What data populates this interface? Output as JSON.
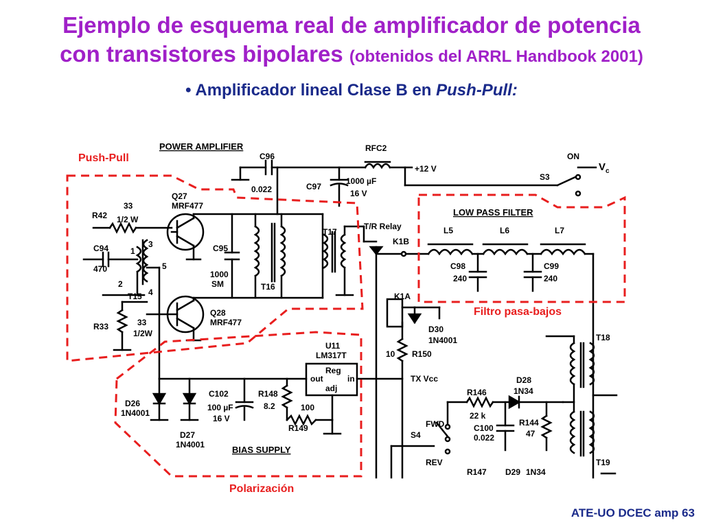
{
  "title": {
    "line1": "Ejemplo de esquema real de amplificador de potencia",
    "line2_main": "con transistores bipolares",
    "line2_paren": "(obtenidos del ARRL Handbook 2001)"
  },
  "subtitle": {
    "bullet": "•",
    "prefix": "Amplificador lineal Clase B en",
    "italic": "Push-Pull:"
  },
  "annotations": {
    "push_pull": "Push-Pull",
    "filtro": "Filtro pasa-bajos",
    "polarizacion": "Polarización"
  },
  "footer": "ATE-UO DCEC amp 63",
  "schematic": {
    "power_amplifier": "POWER AMPLIFIER",
    "low_pass_filter": "LOW PASS FILTER",
    "bias_supply": "BIAS SUPPLY",
    "labels": [
      "C96",
      "0.022",
      "RFC2",
      "C97",
      "1000 µF",
      "16 V",
      "+12 V",
      "ON",
      "V",
      "c",
      "S3",
      "R42",
      "33",
      "1/2 W",
      "Q27",
      "MRF477",
      "C94",
      "470",
      "3",
      "1",
      "2",
      "5",
      "4",
      "T15",
      "C95",
      "1000",
      "SM",
      "T16",
      "T17",
      "T/R Relay",
      "K1B",
      "L5",
      "L6",
      "L7",
      "C98",
      "240",
      "C99",
      "240",
      "Q28",
      "MRF477",
      "R33",
      "33",
      "1/2W",
      "K1A",
      "D30",
      "1N4001",
      "10",
      "R150",
      "U11",
      "LM317T",
      "Reg",
      "out",
      "in",
      "adj",
      "TX Vcc",
      "D26",
      "1N4001",
      "D27",
      "1N4001",
      "C102",
      "100 µF",
      "16 V",
      "R148",
      "8.2",
      "100",
      "R149",
      "R146",
      "22 k",
      "D28",
      "1N34",
      "C100",
      "0.022",
      "R144",
      "47",
      "FWD",
      "S4",
      "REV",
      "R147",
      "D29",
      "1N34",
      "T18",
      "T19"
    ]
  },
  "colors": {
    "title": "#a020c8",
    "subtitle": "#1a2a8a",
    "annotation": "#e81e1e",
    "schematic": "#000000"
  }
}
